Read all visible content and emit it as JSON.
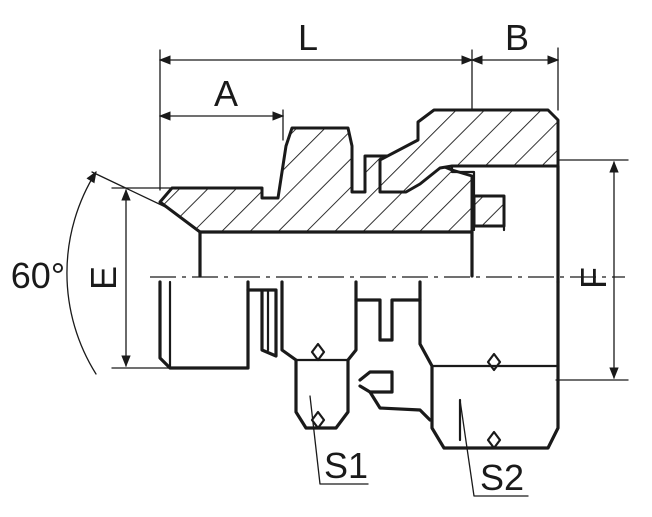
{
  "labels": {
    "L": "L",
    "B": "B",
    "A": "A",
    "E": "E",
    "F": "F",
    "angle": "60°",
    "S1": "S1",
    "S2": "S2"
  },
  "colors": {
    "line": "#1a1a1a",
    "background": "#ffffff"
  }
}
